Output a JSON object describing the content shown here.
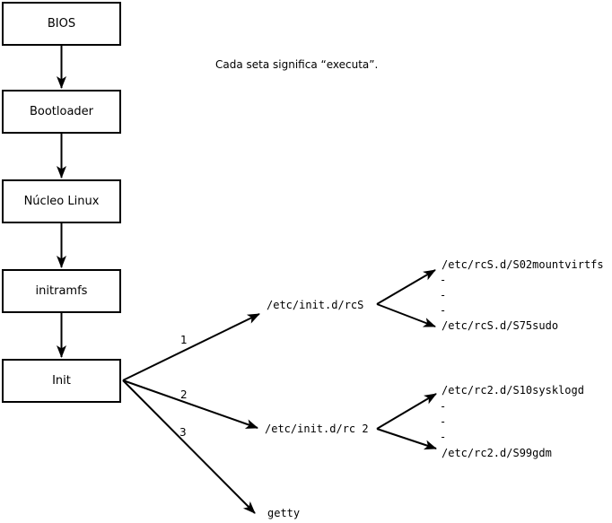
{
  "colors": {
    "ink": "#000000",
    "background": "#ffffff"
  },
  "annotation": "Cada seta significa “executa”.",
  "boxes": [
    {
      "label": "BIOS"
    },
    {
      "label": "Bootloader"
    },
    {
      "label": "Núcleo Linux"
    },
    {
      "label": "initramfs"
    },
    {
      "label": "Init"
    }
  ],
  "branch_labels": {
    "one": "1",
    "two": "2",
    "three": "3"
  },
  "targets": {
    "rcS": "/etc/init.d/rcS",
    "rc2": "/etc/init.d/rc 2",
    "getty": "getty"
  },
  "scripts_rcS": {
    "first": "/etc/rcS.d/S02mountvirtfs",
    "dots": [
      "-",
      "-",
      "-"
    ],
    "last": "/etc/rcS.d/S75sudo"
  },
  "scripts_rc2": {
    "first": "/etc/rc2.d/S10sysklogd",
    "dots": [
      "-",
      "-",
      "-"
    ],
    "last": "/etc/rc2.d/S99gdm"
  }
}
